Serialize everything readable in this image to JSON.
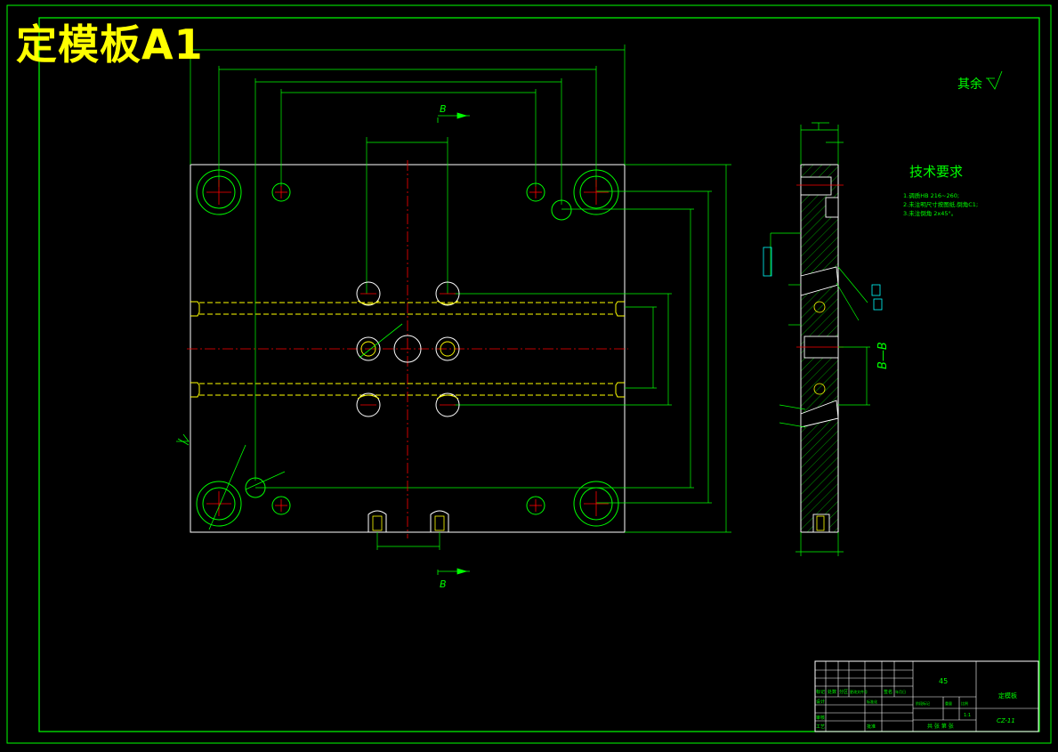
{
  "page_title": "定模板A1",
  "surface_note": "其余",
  "section_label": "B—B",
  "section_marks": [
    "B",
    "B"
  ],
  "tech_req": {
    "title": "技术要求",
    "lines": [
      "1.调质HB 216~260;",
      "2.未注明尺寸按图纸,倒角C1;",
      "3.未注倒角 2x45°。"
    ]
  },
  "title_block": {
    "material": "45",
    "part_name": "定模板",
    "drawing_no": "CZ-11",
    "scale": "1:1",
    "sheet": "共 张 第 张",
    "labels": [
      "标记",
      "处数",
      "分区",
      "更改文件号",
      "签名",
      "年月日",
      "设计",
      "标准化",
      "阶段标记",
      "重量",
      "比例",
      "审核",
      "工艺",
      "批准"
    ]
  },
  "colors": {
    "background": "#000000",
    "line": "#00ff00",
    "white_line": "#ffffff",
    "center_line": "#ff0000",
    "cooling_line": "#ffff00",
    "title_text": "#ffff00"
  }
}
